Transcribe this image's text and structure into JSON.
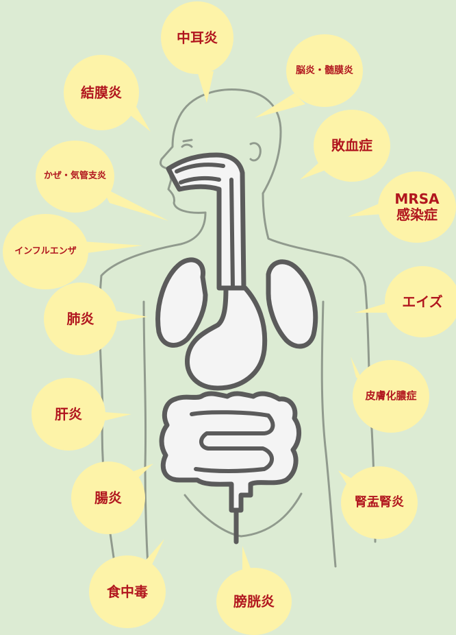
{
  "diseases": {
    "otitis_media": "中耳炎",
    "conjunctivitis": "結膜炎",
    "encephalitis_meningitis": "脳炎・髄膜炎",
    "cold_bronchitis": "かぜ・気管支炎",
    "sepsis": "敗血症",
    "mrsa": "MRSA\n感染症",
    "influenza": "インフルエンザ",
    "pneumonia": "肺炎",
    "aids": "エイズ",
    "hepatitis": "肝炎",
    "pyoderma": "皮膚化膿症",
    "enteritis": "腸炎",
    "pyelonephritis": "腎盂腎炎",
    "food_poisoning": "食中毒",
    "cystitis": "膀胱炎"
  },
  "colors": {
    "background": "#dcebd3",
    "bubble": "#fdf3a8",
    "text": "#b1161e",
    "body_outline": "#909a8d",
    "organ_fill": "#f4f4f4",
    "organ_outline": "#5b5b5b"
  }
}
